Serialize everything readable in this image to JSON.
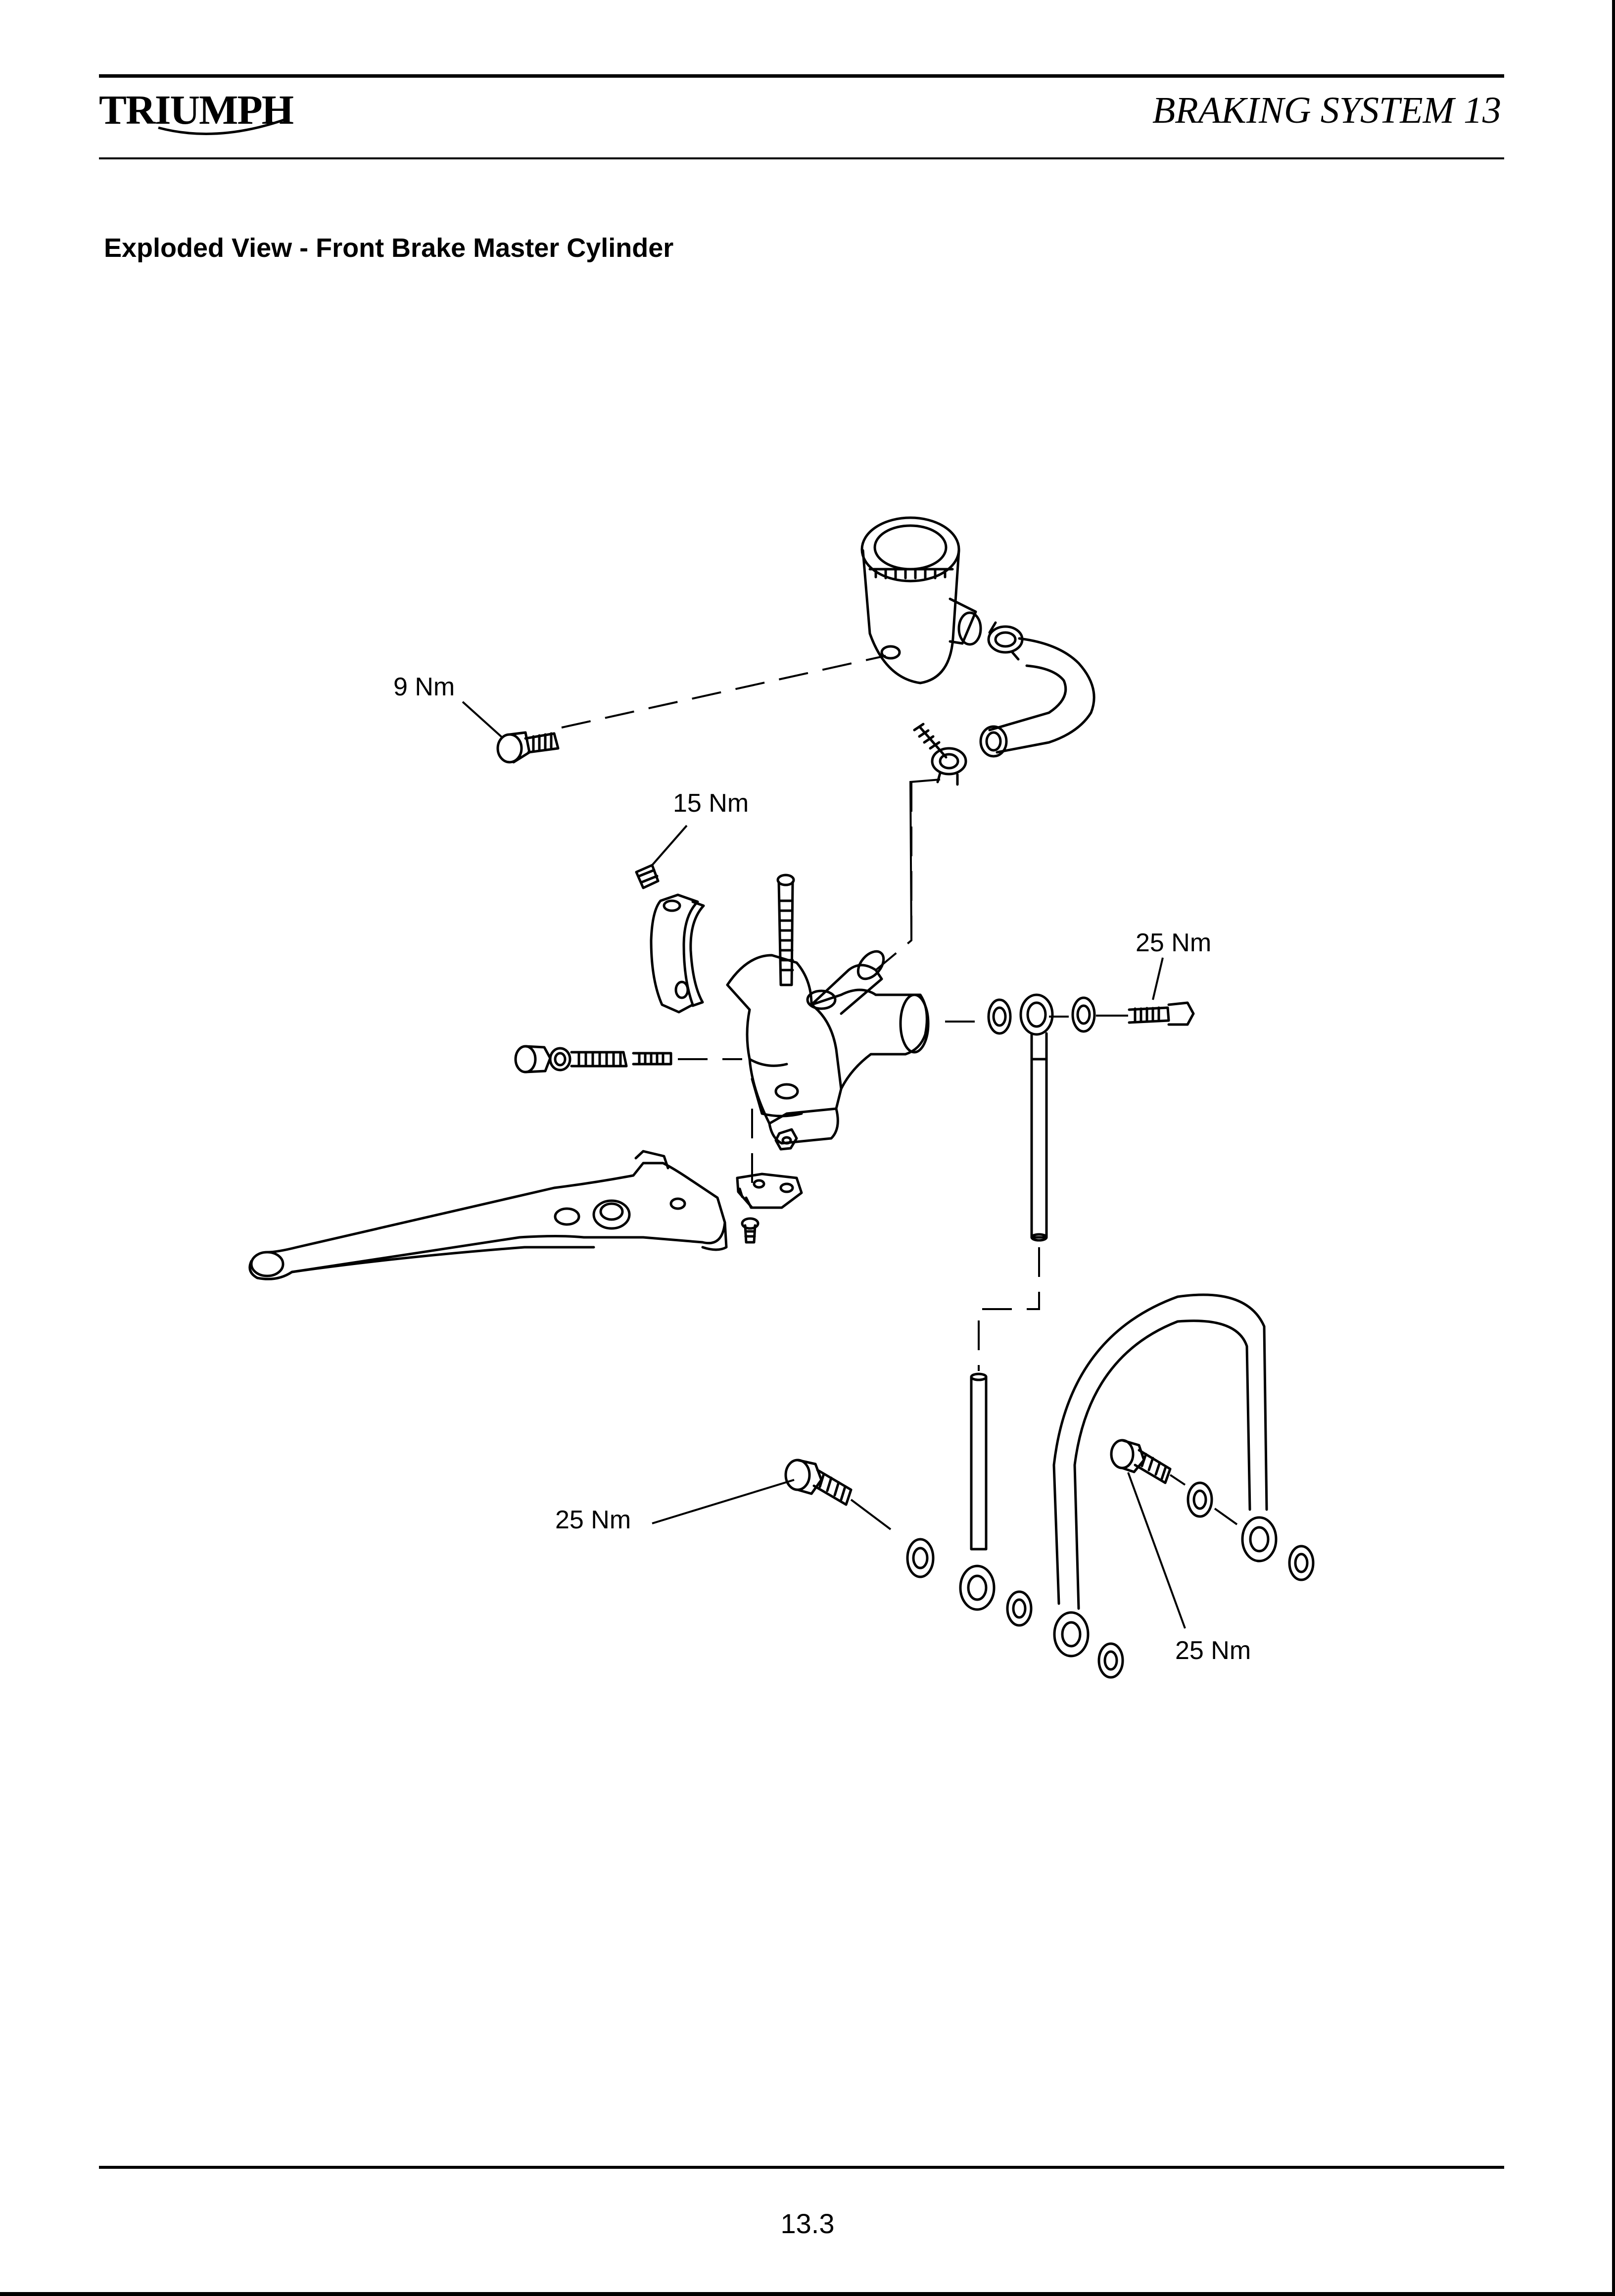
{
  "header": {
    "logo_text": "TRIUMPH",
    "chapter_title": "BRAKING SYSTEM 13"
  },
  "section": {
    "title": "Exploded View - Front Brake Master Cylinder"
  },
  "diagram": {
    "torque_labels": [
      "9 Nm",
      "15 Nm",
      "25 Nm",
      "25 Nm",
      "25 Nm"
    ]
  },
  "footer": {
    "page_number": "13.3"
  }
}
